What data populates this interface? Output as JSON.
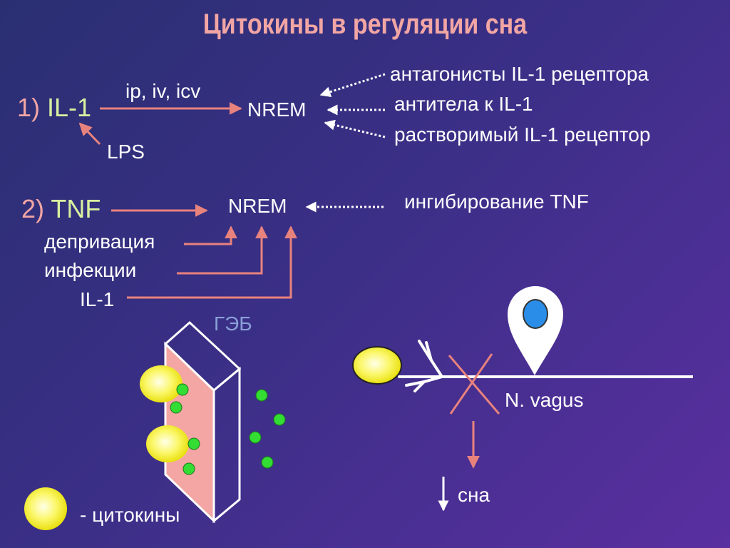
{
  "title": "Цитокины в регуляции сна",
  "section1": {
    "number": "1)",
    "cytokine": "IL-1",
    "route": "ip, iv, icv",
    "target": "NREM",
    "inducer": "LPS",
    "inhibitors": [
      "антагонисты IL-1 рецептора",
      "антитела к IL-1",
      "растворимый IL-1 рецептор"
    ]
  },
  "section2": {
    "number": "2)",
    "cytokine": "TNF",
    "target": "NREM",
    "inhibitor": "ингибирование TNF",
    "inducers": [
      "депривация",
      "инфекции",
      "IL-1"
    ]
  },
  "bbb": {
    "label": "ГЭБ"
  },
  "vagus": {
    "label": "N. vagus",
    "result": "сна"
  },
  "legend": {
    "label": "- цитокины"
  },
  "colors": {
    "title": "#f2a6a4",
    "arrow": "#e8827d",
    "cytokine_label": "#d8f0a0",
    "cytokine_ball": "#f6f23a",
    "green_dot": "#33dd33",
    "barrier_front": "#f4a6a4",
    "nucleus": "#2a8ee8"
  }
}
